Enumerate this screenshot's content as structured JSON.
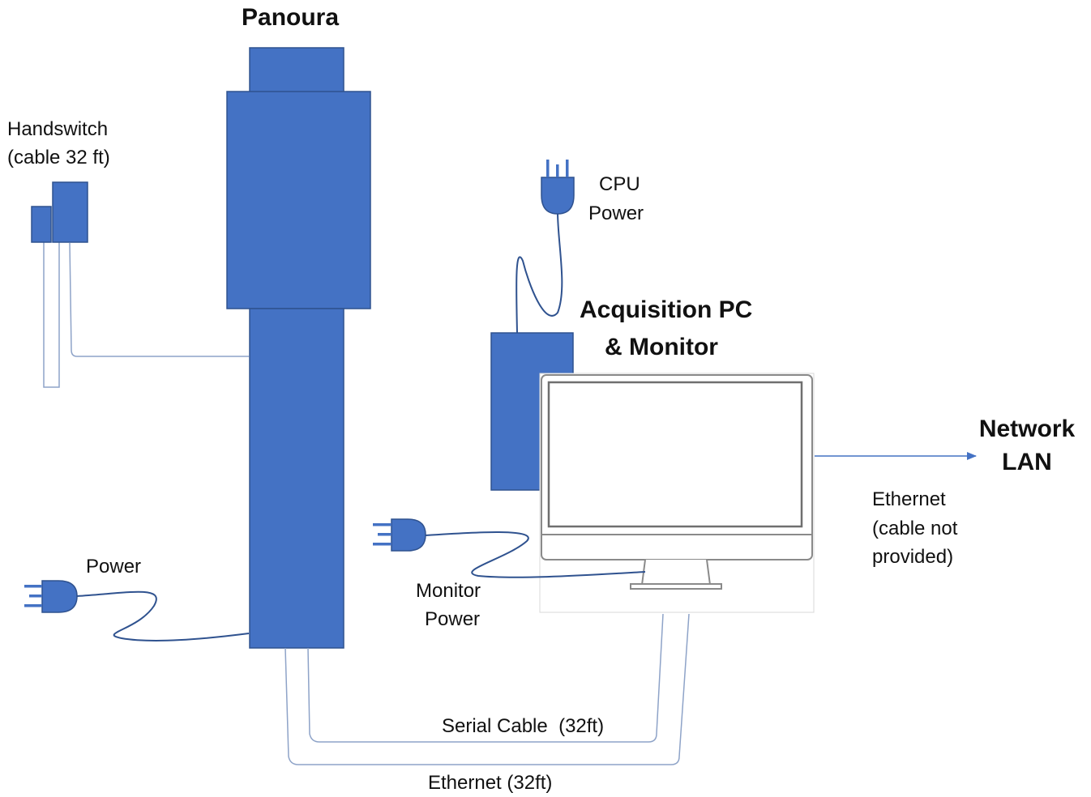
{
  "labels": {
    "panoura": "Panoura",
    "handswitch_line1": "Handswitch",
    "handswitch_line2": "(cable 32 ft)",
    "cpu_power_line1": "CPU",
    "cpu_power_line2": "Power",
    "acquisition_line1": "Acquisition PC",
    "acquisition_line2": "& Monitor",
    "network_line1": "Network",
    "network_line2": "LAN",
    "ethernet_note_line1": "Ethernet",
    "ethernet_note_line2": "(cable not",
    "ethernet_note_line3": "provided)",
    "power": "Power",
    "monitor_power_line1": "Monitor",
    "monitor_power_line2": "Power",
    "serial_cable": "Serial Cable  (32ft)",
    "ethernet_32": "Ethernet (32ft)"
  },
  "icons": [
    "power-plug-icon",
    "monitor-icon",
    "arrow-right-icon"
  ],
  "colors": {
    "device_fill": "#4472c4",
    "device_stroke": "#2f528f",
    "cable": "#2f528f",
    "arrow": "#4472c4"
  }
}
